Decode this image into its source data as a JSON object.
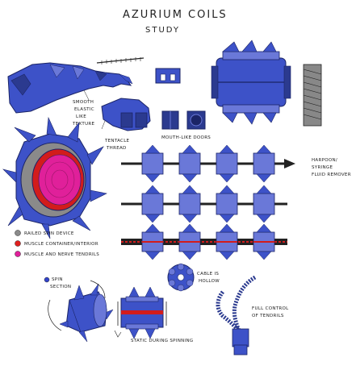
{
  "title": "AZURIUM COILS",
  "subtitle": "STUDY",
  "labels": {
    "smooth": [
      "SMOOTH",
      "ELASTIC",
      "LIKE",
      "TEXTURE"
    ],
    "tentacle": [
      "TENTACLE",
      "THREAD"
    ],
    "mouth": "MOUTH-LIKE DOORS",
    "harpoon": [
      "HARPOON/",
      "SYRINGE",
      "FLUID REMOVER"
    ],
    "cable": [
      "CABLE IS",
      "HOLLOW"
    ],
    "control": [
      "FULL CONTROL",
      "OF TENDRILS"
    ],
    "spin": [
      "SPIN",
      "SECTION"
    ],
    "static": "STATIC DURING SPINNING"
  },
  "legend": [
    {
      "text": "RAILED SPIN DEVICE",
      "color": "#8a8a8a"
    },
    {
      "text": "MUSCLE CONTAINER/INTERIOR",
      "color": "#e0201e"
    },
    {
      "text": "MUSCLE AND NERVE TENDRILS",
      "color": "#e0209a"
    }
  ],
  "spin_legend_color": "#3344cc",
  "colors": {
    "blue": "#3d52c8",
    "dark_blue": "#2b3a8f",
    "light_blue": "#6a78d8",
    "pink": "#e0209a",
    "red": "#d21c1c",
    "gray": "#8a8a8a"
  }
}
